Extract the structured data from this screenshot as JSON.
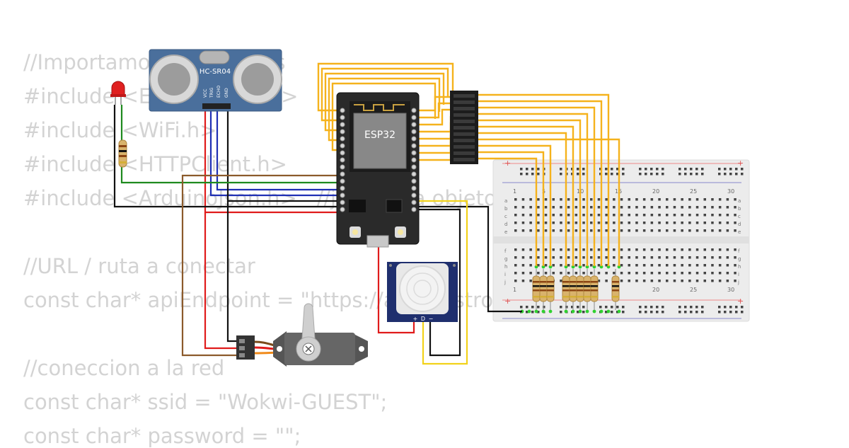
{
  "code": {
    "lines": [
      "//Importamos las librerias",
      "#include <ESP32Servo.h>",
      "#include <WiFi.h>",
      "#include <HTTPClient.h>",
      "#include <ArduinoJson.h>   //json para objetos",
      "",
      "//URL / ruta a conectar",
      "const char* apiEndpoint = \"https://apiregistro-5pq-500",
      "",
      "//coneccion a la red",
      "const char* ssid = \"Wokwi-GUEST\";",
      "const char* password = \"\";"
    ]
  },
  "components": {
    "ultrasonic": {
      "label": "HC-SR04",
      "pins": [
        "VCC",
        "TRIG",
        "ECHO",
        "GND"
      ]
    },
    "mcu": {
      "label": "ESP32"
    },
    "pir": {
      "pins": [
        "+",
        "D",
        "−"
      ]
    },
    "breadboard": {
      "col_numbers": [
        "1",
        "5",
        "10",
        "15",
        "20",
        "25",
        "30"
      ],
      "row_letters_top": [
        "a",
        "b",
        "c",
        "d",
        "e"
      ],
      "row_letters_bottom": [
        "f",
        "g",
        "h",
        "i",
        "j"
      ]
    }
  },
  "colors": {
    "wire_yellow": "#f5b21c",
    "wire_red": "#e01b1b",
    "wire_blue": "#1f2fb4",
    "wire_green": "#1f8a1f",
    "wire_brown": "#8b5a2b",
    "wire_black": "#111111",
    "board": "#2a2a2a",
    "sensor_blue": "#4a6f9c"
  }
}
